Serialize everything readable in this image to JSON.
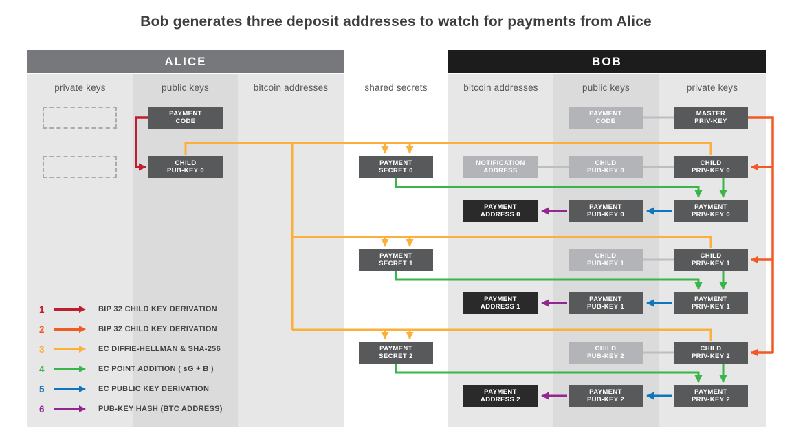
{
  "title": "Bob generates three deposit addresses to watch for payments from Alice",
  "alice": {
    "header": "ALICE"
  },
  "bob": {
    "header": "BOB"
  },
  "columns": {
    "alice": [
      "private keys",
      "public keys",
      "bitcoin addresses"
    ],
    "shared": "shared secrets",
    "bob": [
      "bitcoin addresses",
      "public keys",
      "private keys"
    ]
  },
  "boxes": {
    "alice_payment_code": {
      "l1": "PAYMENT",
      "l2": "CODE"
    },
    "alice_child_pubkey_0": {
      "l1": "CHILD",
      "l2": "PUB-KEY 0"
    },
    "payment_secret_0": {
      "l1": "PAYMENT",
      "l2": "SECRET 0"
    },
    "payment_secret_1": {
      "l1": "PAYMENT",
      "l2": "SECRET 1"
    },
    "payment_secret_2": {
      "l1": "PAYMENT",
      "l2": "SECRET 2"
    },
    "notification_address": {
      "l1": "NOTIFICATION",
      "l2": "ADDRESS"
    },
    "payment_address_0": {
      "l1": "PAYMENT",
      "l2": "ADDRESS 0"
    },
    "payment_address_1": {
      "l1": "PAYMENT",
      "l2": "ADDRESS 1"
    },
    "payment_address_2": {
      "l1": "PAYMENT",
      "l2": "ADDRESS 2"
    },
    "bob_payment_code": {
      "l1": "PAYMENT",
      "l2": "CODE"
    },
    "bob_child_pubkey_0": {
      "l1": "CHILD",
      "l2": "PUB-KEY 0"
    },
    "bob_child_pubkey_1": {
      "l1": "CHILD",
      "l2": "PUB-KEY 1"
    },
    "bob_child_pubkey_2": {
      "l1": "CHILD",
      "l2": "PUB-KEY 2"
    },
    "payment_pubkey_0": {
      "l1": "PAYMENT",
      "l2": "PUB-KEY 0"
    },
    "payment_pubkey_1": {
      "l1": "PAYMENT",
      "l2": "PUB-KEY 1"
    },
    "payment_pubkey_2": {
      "l1": "PAYMENT",
      "l2": "PUB-KEY 2"
    },
    "master_privkey": {
      "l1": "MASTER",
      "l2": "PRIV-KEY"
    },
    "bob_child_privkey_0": {
      "l1": "CHILD",
      "l2": "PRIV-KEY 0"
    },
    "bob_child_privkey_1": {
      "l1": "CHILD",
      "l2": "PRIV-KEY 1"
    },
    "bob_child_privkey_2": {
      "l1": "CHILD",
      "l2": "PRIV-KEY 2"
    },
    "payment_privkey_0": {
      "l1": "PAYMENT",
      "l2": "PRIV-KEY 0"
    },
    "payment_privkey_1": {
      "l1": "PAYMENT",
      "l2": "PRIV-KEY 1"
    },
    "payment_privkey_2": {
      "l1": "PAYMENT",
      "l2": "PRIV-KEY 2"
    }
  },
  "legend": [
    {
      "num": "1",
      "label": "BIP 32 CHILD KEY DERIVATION"
    },
    {
      "num": "2",
      "label": "BIP 32 CHILD KEY DERIVATION"
    },
    {
      "num": "3",
      "label": "EC DIFFIE-HELLMAN & SHA-256"
    },
    {
      "num": "4",
      "label": "EC POINT ADDITION ( sG + B )"
    },
    {
      "num": "5",
      "label": "EC PUBLIC KEY DERIVATION"
    },
    {
      "num": "6",
      "label": "PUB-KEY HASH (BTC ADDRESS)"
    }
  ],
  "colors": {
    "red": "#be1e2d",
    "orange": "#f15a24",
    "yellow": "#fbb03b",
    "green": "#39b54a",
    "blue": "#0f75bc",
    "purple": "#92278f",
    "gray_connector": "#bcbec0",
    "dark_box": "#58595b",
    "light_box": "#b2b4b7",
    "black_box": "#2b2a2a",
    "alice_bar": "#77787b",
    "bob_bar": "#1c1c1c",
    "col_light": "#e7e7e7",
    "col_mid": "#dbdbdb"
  }
}
